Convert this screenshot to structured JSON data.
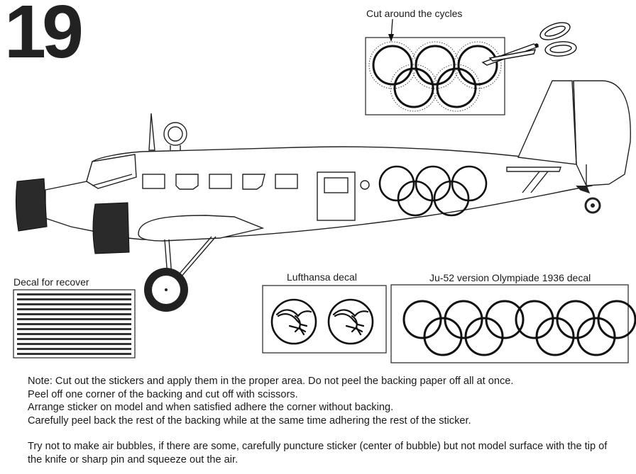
{
  "step_number": "19",
  "labels": {
    "cut_instruction": "Cut around the cycles",
    "recover_decal": "Decal for recover",
    "lufthansa_decal": "Lufthansa decal",
    "olympiade_decal": "Ju-52 version Olympiade 1936 decal"
  },
  "notes": [
    "Note: Cut out the stickers and apply them in the proper area. Do not peel the backing paper off all at once.",
    "Peel off one corner of the backing and cut off with scissors.",
    "Arrange sticker on model and when satisfied adhere the corner without backing.",
    "Carefully peel back the rest of the backing while at the same time adhering the rest of the sticker.",
    "Try not to make air bubbles, if there are some, carefully puncture sticker (center of bubble) but not model surface with the tip of the knife or sharp pin and squeeze out the air."
  ],
  "icons": [
    "scissors-icon",
    "olympic-rings-icon",
    "lufthansa-crane-logo-icon",
    "arrow-down-icon"
  ]
}
